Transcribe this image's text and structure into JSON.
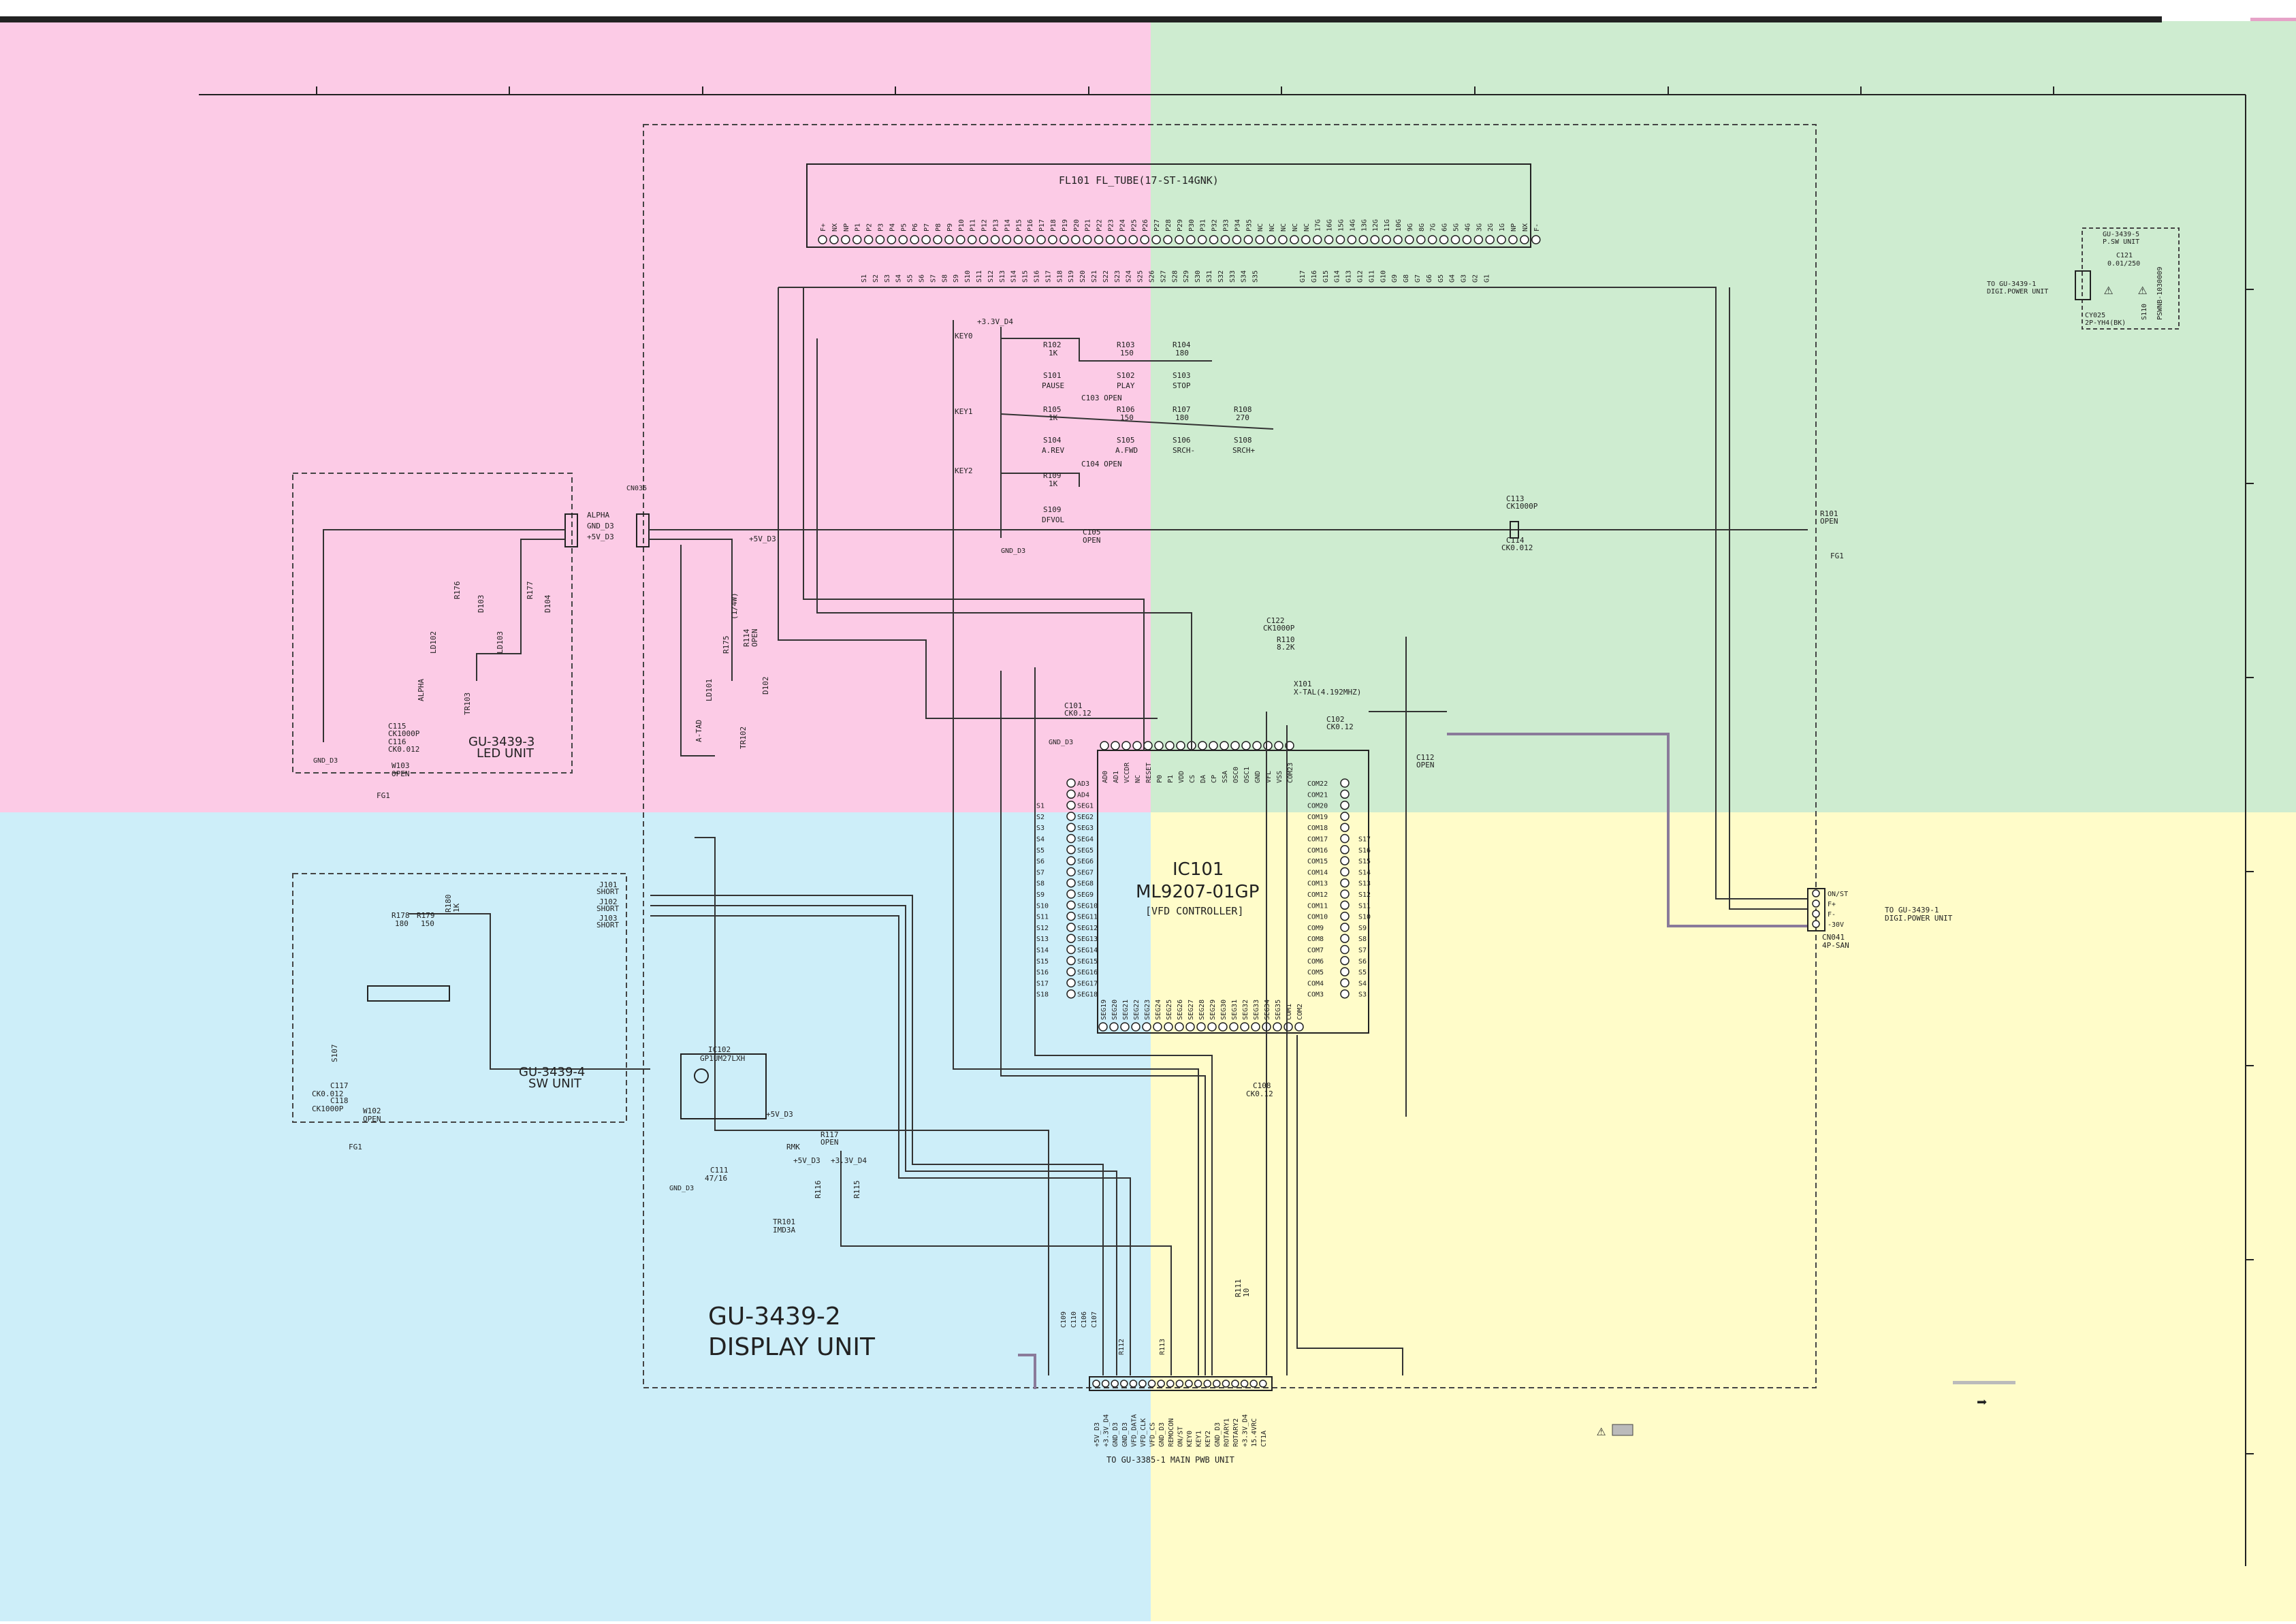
{
  "colors": {
    "top_left": "#fccbe6",
    "top_right": "#ceecd0",
    "bottom_left": "#cdeef9",
    "bottom_right": "#fffcc9",
    "wire": "#333333",
    "bus": "#8a7a9a"
  },
  "fl_tube": {
    "title": "FL101  FL_TUBE(17-ST-14GNK)",
    "pins_top": [
      "F+",
      "NX",
      "NP",
      "P1",
      "P2",
      "P3",
      "P4",
      "P5",
      "P6",
      "P7",
      "P8",
      "P9",
      "P10",
      "P11",
      "P12",
      "P13",
      "P14",
      "P15",
      "P16",
      "P17",
      "P18",
      "P19",
      "P20",
      "P21",
      "P22",
      "P23",
      "P24",
      "P25",
      "P26",
      "P27",
      "P28",
      "P29",
      "P30",
      "P31",
      "P32",
      "P33",
      "P34",
      "P35",
      "NC",
      "NC",
      "NC",
      "NC",
      "NC",
      "17G",
      "16G",
      "15G",
      "14G",
      "13G",
      "12G",
      "11G",
      "10G",
      "9G",
      "8G",
      "7G",
      "6G",
      "5G",
      "4G",
      "3G",
      "2G",
      "1G",
      "NP",
      "NX",
      "F-"
    ],
    "grid_labels": [
      "S1",
      "S2",
      "S3",
      "S4",
      "S5",
      "S6",
      "S7",
      "S8",
      "S9",
      "S10",
      "S11",
      "S12",
      "S13",
      "S14",
      "S15",
      "S16",
      "S17",
      "S18",
      "S19",
      "S20",
      "S21",
      "S22",
      "S23",
      "S24",
      "S25",
      "S26",
      "S27",
      "S28",
      "S29",
      "S30",
      "S31",
      "S32",
      "S33",
      "S34",
      "S35"
    ],
    "com_labels": [
      "G17",
      "G16",
      "G15",
      "G14",
      "G13",
      "G12",
      "G11",
      "G10",
      "G9",
      "G8",
      "G7",
      "G6",
      "G5",
      "G4",
      "G3",
      "G2",
      "G1"
    ]
  },
  "ic101": {
    "ref": "IC101",
    "part": "ML9207-01GP",
    "desc": "[VFD CONTROLLER]",
    "left_pins": [
      "AD3",
      "AD4",
      "SEG1",
      "SEG2",
      "SEG3",
      "SEG4",
      "SEG5",
      "SEG6",
      "SEG7",
      "SEG8",
      "SEG9",
      "SEG10",
      "SEG11",
      "SEG12",
      "SEG13",
      "SEG14",
      "SEG15",
      "SEG16",
      "SEG17",
      "SEG18"
    ],
    "left_nets": [
      "",
      "",
      "S1",
      "S2",
      "S3",
      "S4",
      "S5",
      "S6",
      "S7",
      "S8",
      "S9",
      "S10",
      "S11",
      "S12",
      "S13",
      "S14",
      "S15",
      "S16",
      "S17",
      "S18"
    ],
    "right_pins": [
      "COM22",
      "COM21",
      "COM20",
      "COM19",
      "COM18",
      "COM17",
      "COM16",
      "COM15",
      "COM14",
      "COM13",
      "COM12",
      "COM11",
      "COM10",
      "COM9",
      "COM8",
      "COM7",
      "COM6",
      "COM5",
      "COM4",
      "COM3"
    ],
    "right_nets": [
      "",
      "",
      "",
      "",
      "",
      "S17",
      "S16",
      "S15",
      "S14",
      "S13",
      "S12",
      "S11",
      "S10",
      "S9",
      "S8",
      "S7",
      "S6",
      "S5",
      "S4",
      "S3"
    ],
    "top_pins": [
      "AD0",
      "AD1",
      "VCCDR",
      "NC",
      "RESET",
      "P0",
      "P1",
      "VDD",
      "CS",
      "DA",
      "CP",
      "SSA",
      "OSC0",
      "OSC1",
      "GND",
      "VFL",
      "VSS",
      "COM23"
    ],
    "bottom_pins": [
      "SEG19",
      "SEG20",
      "SEG21",
      "SEG22",
      "SEG23",
      "SEG24",
      "SEG25",
      "SEG26",
      "SEG27",
      "SEG28",
      "SEG29",
      "SEG30",
      "SEG31",
      "SEG32",
      "SEG33",
      "SEG34",
      "SEG35",
      "COM1",
      "COM2"
    ]
  },
  "labels": {
    "r102": "R102",
    "r102v": "1K",
    "r103": "R103",
    "r103v": "150",
    "r104": "R104",
    "r104v": "180",
    "r105": "R105",
    "r105v": "1K",
    "r106": "R106",
    "r106v": "150",
    "r107": "R107",
    "r107v": "180",
    "r108": "R108",
    "r108v": "270",
    "r109": "R109",
    "r109v": "1K",
    "s101": "S101",
    "s101n": "PAUSE",
    "s102": "S102",
    "s102n": "PLAY",
    "s103": "S103",
    "s103n": "STOP",
    "s104": "S104",
    "s104n": "A.REV",
    "s105": "S105",
    "s105n": "A.FWD",
    "s106": "S106",
    "s106n": "SRCH-",
    "s108": "S108",
    "s108n": "SRCH+",
    "s109": "S109",
    "s109n": "DFVOL",
    "c103": "C103  OPEN",
    "c104": "C104  OPEN",
    "c105": "C105",
    "c105n": "OPEN",
    "key0": "KEY0",
    "key1": "KEY1",
    "key2": "KEY2",
    "v33": "+3.3V_D4",
    "gnd03": "GND_D3",
    "c113": "C113",
    "c113v": "CK1000P",
    "c114": "C114",
    "c114v": "CK0.012",
    "r101": "R101",
    "r101v": "OPEN",
    "fg1": "FG1",
    "c122": "C122",
    "c122v": "CK1000P",
    "r110": "R110",
    "r110v": "8.2K",
    "x101": "X101",
    "x101v": "X-TAL(4.192MHZ)",
    "c102": "C102",
    "c102v": "CK0.12",
    "c112": "C112",
    "c112v": "OPEN",
    "c101": "C101",
    "c101v": "CK0.12",
    "gnd_d3": "GND_D3",
    "cn035": "CN035",
    "alpha": "ALPHA",
    "gnd03b": "GND_D3",
    "p5v03": "+5V_D3",
    "p5v03b": "+5V_D3",
    "gu3": "GU-3439-3",
    "led": "LED UNIT",
    "r176": "R176",
    "r177": "R177",
    "ld102": "LD102",
    "ld103": "LD103",
    "d103": "D103",
    "d104": "D104",
    "tr103": "TR103",
    "alpha2": "ALPHA",
    "c115": "C115",
    "c115v": "CK1000P",
    "c116": "C116",
    "c116v": "CK0.012",
    "w103": "W103",
    "w103v": "OPEN",
    "fg1b": "FG1",
    "gnd03c": "GND_D3",
    "r175": "R175",
    "r175v": "(1/4W)",
    "r114": "R114",
    "r114v": "OPEN",
    "ld101": "LD101",
    "d102": "D102",
    "tr102": "TR102",
    "atad": "A-TAD",
    "gu4": "GU-3439-4",
    "sw": "SW UNIT",
    "j101": "J101",
    "j101v": "SHORT",
    "j102": "J102",
    "j102v": "SHORT",
    "j103": "J103",
    "j103v": "SHORT",
    "r178": "R178",
    "r178v": "180",
    "r179": "R179",
    "r179v": "150",
    "r180": "R180",
    "r180v": "1K",
    "s107": "S107",
    "c117": "C117",
    "c117v": "CK0.012",
    "c118": "C118",
    "c118v": "CK1000P",
    "w102": "W102",
    "w102v": "OPEN",
    "fg1c": "FG1",
    "ic102": "IC102",
    "ic102v": "GP1UM27LXH",
    "p5v03c": "+5V_D3",
    "c111": "C111",
    "c111v": "47/16",
    "r117": "R117",
    "r117v": "OPEN",
    "p5v03d": "+5V_D3",
    "p33v04": "+3.3V_D4",
    "r116": "R116",
    "r115": "R115",
    "tr101": "TR101",
    "tr101v": "IMD3A",
    "rmk": "RMK",
    "gnd03d": "GND_D3",
    "c109": "C109",
    "c110": "C110",
    "c106": "C106",
    "c107": "C107",
    "r112": "R112",
    "r113": "R113",
    "r111": "R111",
    "r111v": "10",
    "c108": "C108",
    "c108v": "CK0.12",
    "gu2": "GU-3439-2",
    "display": "DISPLAY UNIT",
    "cn041": "CN041",
    "cn041v": "4P-SAN",
    "cn041_pins": [
      "ON/ST",
      "F+",
      "F-",
      "-30V"
    ],
    "to_digi": "TO GU-3439-1",
    "to_digi2": "DIGI.POWER UNIT",
    "gu5": "GU-3439-5",
    "psw": "P.SW UNIT",
    "c121": "C121",
    "c121v": "0.01/250",
    "s110": "S110",
    "s110v": "PSWNB-1030009",
    "cy025": "CY025",
    "cy025v": "2P-YH4(BK)",
    "to_digi3": "TO GU-3439-1",
    "to_digi4": "DIGI.POWER UNIT",
    "main_pins": [
      "+5V_D3",
      "+3.3V_D4",
      "GND_D3",
      "GND_D3",
      "VFD_DATA",
      "VFD_CLK",
      "VFD_CS",
      "GND_D3",
      "REMOCON",
      "ON/ST",
      "KEY0",
      "KEY1",
      "KEY2",
      "GND_D3",
      "ROTARY1",
      "ROTARY2",
      "+3.3V_D4",
      "15.4VRC",
      "CT1A"
    ],
    "to_main": "TO GU-3385-1  MAIN PWB UNIT"
  }
}
